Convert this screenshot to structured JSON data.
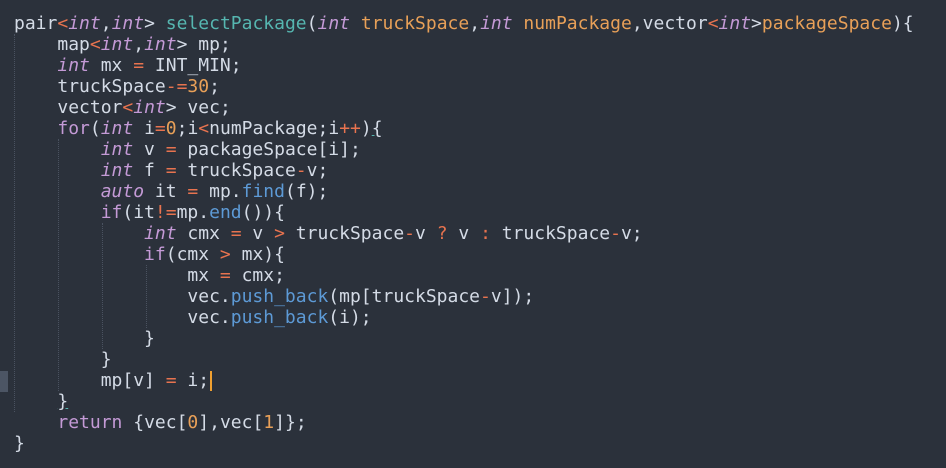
{
  "editor": {
    "language": "C++",
    "cursor": {
      "line": 18,
      "column": 13
    },
    "colors": {
      "background": "#2b313b",
      "text": "#d4dbe6",
      "keyword": "#c49ad6",
      "function": "#56b6b0",
      "parameter": "#e8a058",
      "operator": "#e8734f",
      "number": "#e8a058",
      "method": "#5d9ad6",
      "cursor": "#f0a030"
    },
    "lines": [
      "pair<int,int> selectPackage(int truckSpace,int numPackage,vector<int>packageSpace){",
      "    map<int,int> mp;",
      "    int mx = INT_MIN;",
      "    truckSpace-=30;",
      "    vector<int> vec;",
      "    for(int i=0;i<numPackage;i++){",
      "        int v = packageSpace[i];",
      "        int f = truckSpace-v;",
      "        auto it = mp.find(f);",
      "        if(it!=mp.end()){",
      "            int cmx = v > truckSpace-v ? v : truckSpace-v;",
      "            if(cmx > mx){",
      "                mx = cmx;",
      "                vec.push_back(mp[truckSpace-v]);",
      "                vec.push_back(i);",
      "            }",
      "        }",
      "        mp[v] = i;",
      "    }",
      "    return {vec[0],vec[1]};",
      "}"
    ],
    "tokens": {
      "l1": {
        "ret_type": "pair",
        "lt": "<",
        "t1": "int",
        "comma": ",",
        "t2": "int",
        "gt": ">",
        "sp": " ",
        "fname": "selectPackage",
        "paren": "(",
        "pt1": "int",
        "p1": " truckSpace",
        "c1": ",",
        "pt2": "int",
        "p2": " numPackage",
        "c2": ",",
        "vec": "vector",
        "lt2": "<",
        "pt3": "int",
        "gt2": ">",
        "p3": "packageSpace",
        "close": "){"
      },
      "l2": {
        "ind": "    ",
        "a": "map",
        "lt": "<",
        "t1": "int",
        "comma": ",",
        "t2": "int",
        "gt": ">",
        "b": " mp;"
      },
      "l3": {
        "ind": "    ",
        "t": "int",
        "a": " mx ",
        "eq": "=",
        "b": " INT_MIN;"
      },
      "l4": {
        "ind": "    ",
        "a": "truckSpace",
        "op": "-=",
        "n": "30",
        "b": ";"
      },
      "l5": {
        "ind": "    ",
        "a": "vector",
        "lt": "<",
        "t": "int",
        "gt": ">",
        "b": " vec;"
      },
      "l6": {
        "ind": "    ",
        "kw": "for",
        "p": "(",
        "t": "int",
        "a": " i",
        "eq": "=",
        "n": "0",
        "b": ";i",
        "lt": "<",
        "c": "numPackage;i",
        "pp": "++",
        "d": ")",
        "brace": "{"
      },
      "l7": {
        "ind": "        ",
        "t": "int",
        "a": " v ",
        "eq": "=",
        "b": " packageSpace[i];"
      },
      "l8": {
        "ind": "        ",
        "t": "int",
        "a": " f ",
        "eq": "=",
        "b": " truckSpace",
        "minus": "-",
        "c": "v;"
      },
      "l9": {
        "ind": "        ",
        "t": "auto",
        "a": " it ",
        "eq": "=",
        "b": " mp.",
        "m": "find",
        "c": "(f);"
      },
      "l10": {
        "ind": "        ",
        "kw": "if",
        "a": "(it",
        "ne": "!=",
        "b": "mp.",
        "m": "end",
        "c": "()){"
      },
      "l11": {
        "ind": "            ",
        "t": "int",
        "a": " cmx ",
        "eq": "=",
        "b": " v ",
        "gt": ">",
        "c": " truckSpace",
        "m1": "-",
        "d": "v ",
        "q": "?",
        "e": " v ",
        "col": ":",
        "f": " truckSpace",
        "m2": "-",
        "g": "v;"
      },
      "l12": {
        "ind": "            ",
        "kw": "if",
        "a": "(cmx ",
        "gt": ">",
        "b": " mx){"
      },
      "l13": {
        "ind": "                ",
        "a": "mx ",
        "eq": "=",
        "b": " cmx;"
      },
      "l14": {
        "ind": "                ",
        "a": "vec.",
        "m": "push_back",
        "b": "(mp[truckSpace",
        "minus": "-",
        "c": "v]);"
      },
      "l15": {
        "ind": "                ",
        "a": "vec.",
        "m": "push_back",
        "b": "(i);"
      },
      "l16": {
        "ind": "            ",
        "a": "}"
      },
      "l17": {
        "ind": "        ",
        "a": "}"
      },
      "l18": {
        "ind": "        ",
        "a": "mp[v] ",
        "eq": "=",
        "b": " i;"
      },
      "l19": {
        "ind": "    ",
        "a": "}"
      },
      "l20": {
        "ind": "    ",
        "kw": "return",
        "a": " {vec[",
        "n1": "0",
        "b": "],vec[",
        "n2": "1",
        "c": "]};"
      },
      "l21": {
        "a": "}"
      }
    }
  }
}
